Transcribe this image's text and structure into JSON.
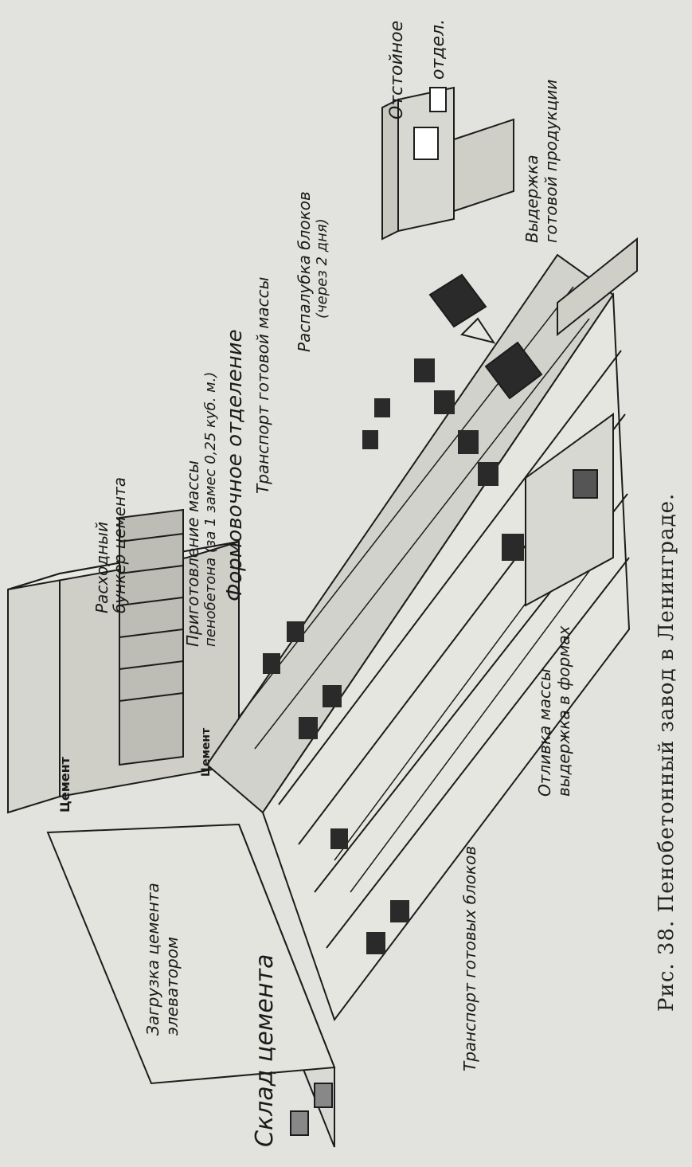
{
  "figure": {
    "caption": "Рис. 38. Пенобетонный завод в Ленинграде.",
    "labels": {
      "sklad_cementa": "Склад цемента",
      "zagruzka_1": "Загрузка цемента",
      "zagruzka_2": "элеватором",
      "bunker_1": "Расходный",
      "bunker_2": "бункер цемента",
      "prigotovlenie_1": "Приготовление массы",
      "prigotovlenie_2": "пенобетона (за 1 замес 0,25 куб. м.)",
      "formovochnoe": "Формовочное отделение",
      "transport_gotovoy": "Транспорт готовой массы",
      "raspalubka_1": "Распалубка блоков",
      "raspalubka_2": "(через 2 дня)",
      "otstoynoe_1": "Отстойное",
      "otstoynoe_2": "отдел.",
      "vyderzhka_produkcii_1": "Выдержка",
      "vyderzhka_produkcii_2": "готовой продукции",
      "transport_blokov": "Транспорт готовых блоков",
      "otlivka_1": "Отливка массы",
      "otlivka_2": "выдержка в формах",
      "cement_sign_1": "Цемент",
      "cement_sign_2": "Цемент"
    }
  }
}
